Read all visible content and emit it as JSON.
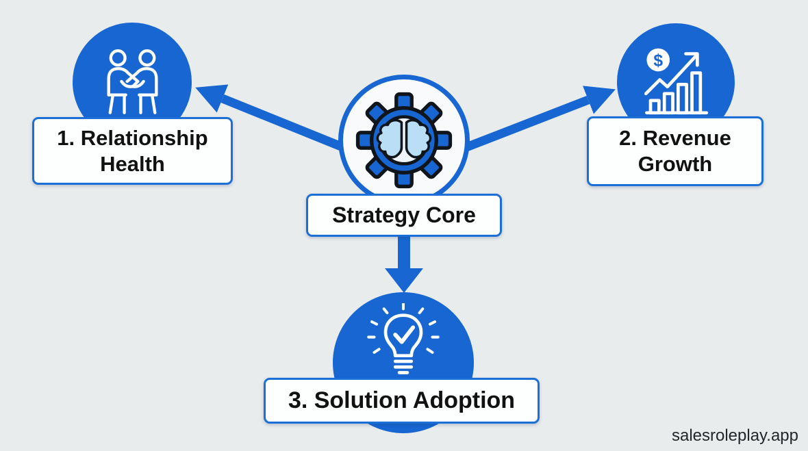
{
  "diagram": {
    "title": "Strategy diagram",
    "center": {
      "label": "Strategy Core",
      "icon": "gear-brain-icon"
    },
    "nodes": [
      {
        "id": "relationship-health",
        "label": "1. Relationship Health",
        "icon": "handshake-icon",
        "position": "top-left"
      },
      {
        "id": "revenue-growth",
        "label": "2. Revenue Growth",
        "icon": "dollar-growth-chart-icon",
        "position": "top-right"
      },
      {
        "id": "solution-adoption",
        "label": "3. Solution Adoption",
        "icon": "lightbulb-check-icon",
        "position": "bottom-center"
      }
    ],
    "connectors": [
      {
        "from": "center",
        "to": "relationship-health",
        "direction": "up-left"
      },
      {
        "from": "center",
        "to": "revenue-growth",
        "direction": "up-right"
      },
      {
        "from": "center",
        "to": "solution-adoption",
        "direction": "down"
      }
    ],
    "watermark": "salesroleplay.app",
    "colors": {
      "accent": "#1766d2",
      "accent_border": "#1d6fd8",
      "background": "#e9eced",
      "label_text": "#111111",
      "box_bg": "#fdfefe",
      "brain_fill": "#b9def5",
      "watermark": "#23272b"
    }
  }
}
